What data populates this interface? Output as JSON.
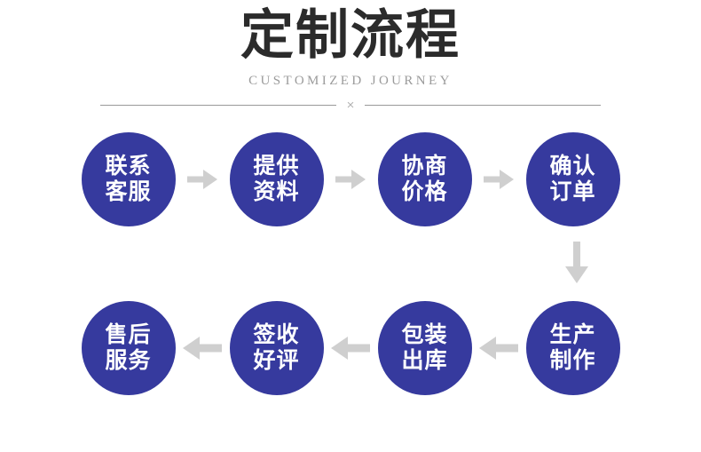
{
  "header": {
    "title": "定制流程",
    "subtitle": "CUSTOMIZED JOURNEY",
    "divider_mark": "×"
  },
  "colors": {
    "node_blue": "#363a9e",
    "arrow_gray": "#cfcfcf",
    "title_dark": "#2b2b2b",
    "subtitle_gray": "#9b9b9b",
    "divider_gray": "#9a9a9a",
    "background": "#ffffff"
  },
  "flow": {
    "top_row": [
      {
        "id": "step-1",
        "label": "联系\n客服",
        "line1": "联系",
        "line2": "客服"
      },
      {
        "id": "step-2",
        "label": "提供\n资料",
        "line1": "提供",
        "line2": "资料"
      },
      {
        "id": "step-3",
        "label": "协商\n价格",
        "line1": "协商",
        "line2": "价格"
      },
      {
        "id": "step-4",
        "label": "确认\n订单",
        "line1": "确认",
        "line2": "订单"
      }
    ],
    "bottom_row": [
      {
        "id": "step-8",
        "label": "售后\n服务",
        "line1": "售后",
        "line2": "服务"
      },
      {
        "id": "step-7",
        "label": "签收\n好评",
        "line1": "签收",
        "line2": "好评"
      },
      {
        "id": "step-6",
        "label": "包装\n出库",
        "line1": "包装",
        "line2": "出库"
      },
      {
        "id": "step-5",
        "label": "生产\n制作",
        "line1": "生产",
        "line2": "制作"
      }
    ],
    "arrows": {
      "top_direction": "right",
      "bottom_direction": "left",
      "vertical_direction": "down"
    }
  }
}
